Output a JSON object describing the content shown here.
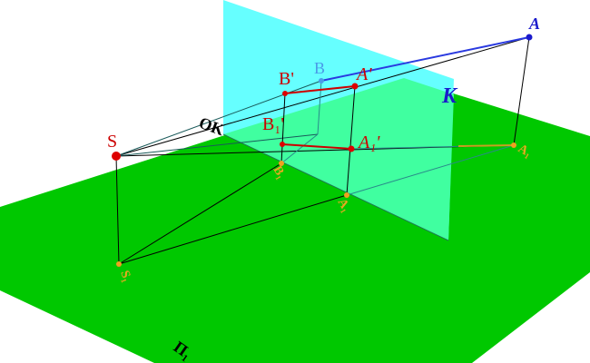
{
  "labels": {
    "S": "S",
    "S1": "S₁",
    "A": "A",
    "A1": "A₁",
    "B": "B",
    "B1": "B₁",
    "A_prime": "A'",
    "A1_prime": "A₁'",
    "B_prime": "B'",
    "B1_prime": "B₁'",
    "OK": "OK",
    "plane_K": "K",
    "plane_Pi1": "Π₁"
  },
  "colors": {
    "ground_plane": "#00c800",
    "picture_plane": "#66ffff",
    "overlap": "#40ffa0",
    "red": "#cc0000",
    "blue": "#1a1acc",
    "light_blue": "#4a9ae8",
    "orange": "#e8a820"
  }
}
